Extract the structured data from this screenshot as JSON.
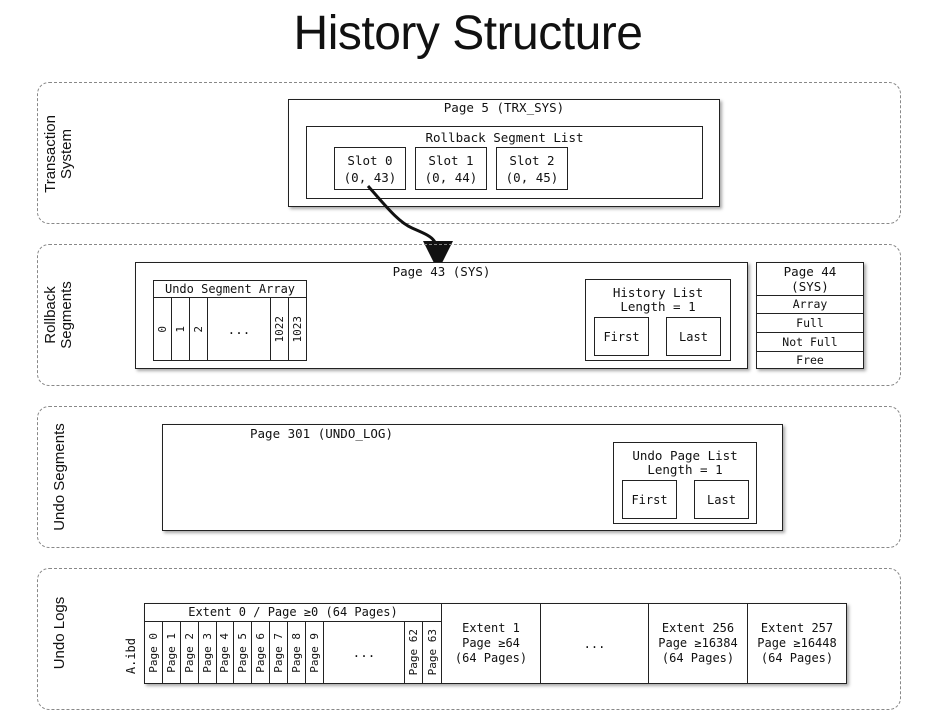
{
  "title": "History Structure",
  "sections": {
    "transaction_system": "Transaction System",
    "rollback_segments": "Rollback Segments",
    "undo_segments": "Undo Segments",
    "undo_logs": "Undo Logs"
  },
  "trx_sys": {
    "page_label": "Page 5 (TRX_SYS)",
    "list_label": "Rollback Segment List",
    "slots": [
      {
        "name": "Slot 0",
        "value": "(0, 43)"
      },
      {
        "name": "Slot 1",
        "value": "(0, 44)"
      },
      {
        "name": "Slot 2",
        "value": "(0, 45)"
      }
    ]
  },
  "rseg": {
    "page_label": "Page 43 (SYS)",
    "array_label": "Undo Segment Array",
    "cells": [
      "0",
      "1",
      "2",
      "...",
      "1022",
      "1023"
    ],
    "history_list_line1": "History List",
    "history_list_line2": "Length = 1",
    "first": "First",
    "last": "Last",
    "page44_line1": "Page 44",
    "page44_line2": "(SYS)",
    "page44_rows": [
      "Array",
      "Full",
      "Not Full",
      "Free"
    ]
  },
  "undo_seg": {
    "page_label": "Page 301 (UNDO_LOG)",
    "list_line1": "Undo Page List",
    "list_line2": "Length = 1",
    "first": "First",
    "last": "Last"
  },
  "undo_logs": {
    "file_label": "A.ibd",
    "extent0_label": "Extent 0 / Page ≥0 (64 Pages)",
    "pages": [
      "Page 0",
      "Page 1",
      "Page 2",
      "Page 3",
      "Page 4",
      "Page 5",
      "Page 6",
      "Page 7",
      "Page 8",
      "Page 9"
    ],
    "pages_ellipsis": "...",
    "pages_tail": [
      "Page 62",
      "Page 63"
    ],
    "extents": [
      {
        "line1": "Extent 1",
        "line2": "Page ≥64",
        "line3": "(64 Pages)"
      },
      {
        "line1": "...",
        "line2": "",
        "line3": ""
      },
      {
        "line1": "Extent 256",
        "line2": "Page ≥16384",
        "line3": "(64 Pages)"
      },
      {
        "line1": "Extent 257",
        "line2": "Page ≥16448",
        "line3": "(64 Pages)"
      }
    ]
  }
}
